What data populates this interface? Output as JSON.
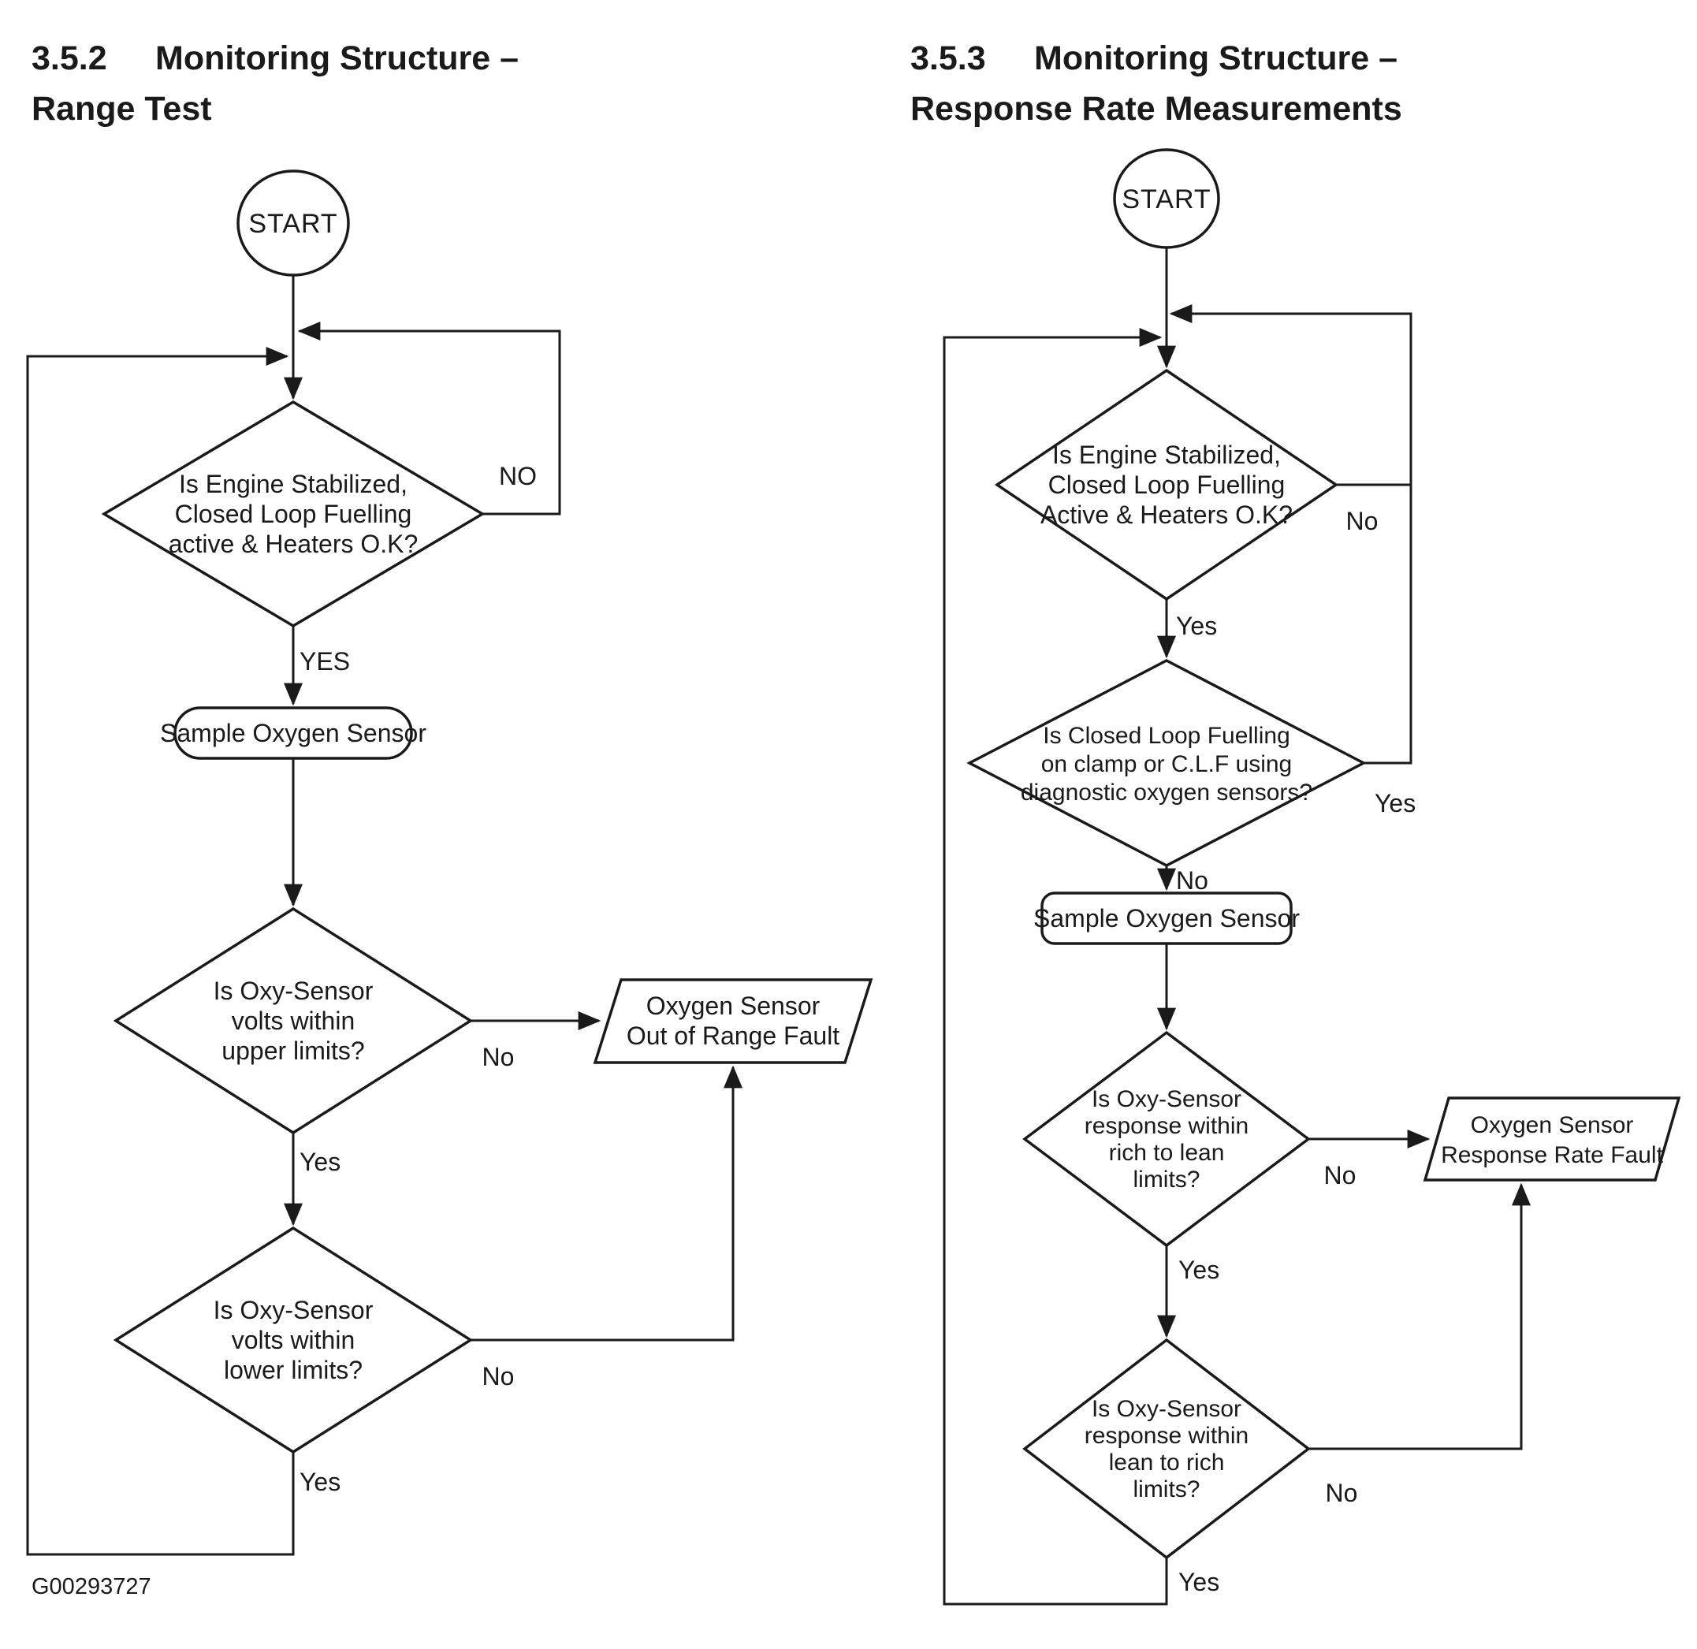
{
  "ink_color": "#1a1a1a",
  "background_color": "#ffffff",
  "caption": "G00293727",
  "charts": {
    "left": {
      "title_num": "3.5.2",
      "title_main": "Monitoring Structure –",
      "title_line2": "Range Test",
      "start_label": "START",
      "d1": {
        "lines": [
          "Is Engine Stabilized,",
          "Closed Loop Fuelling",
          "active & Heaters O.K?"
        ],
        "no_label": "NO",
        "yes_label": "YES"
      },
      "sample_label": "Sample Oxygen Sensor",
      "d2": {
        "lines": [
          "Is Oxy-Sensor",
          "volts within",
          "upper limits?"
        ],
        "no_label": "No",
        "yes_label": "Yes"
      },
      "fault": {
        "lines": [
          "Oxygen Sensor",
          "Out of Range Fault"
        ]
      },
      "d3": {
        "lines": [
          "Is Oxy-Sensor",
          "volts within",
          "lower limits?"
        ],
        "no_label": "No",
        "yes_label": "Yes"
      }
    },
    "right": {
      "title_num": "3.5.3",
      "title_main": "Monitoring Structure –",
      "title_line2": "Response Rate Measurements",
      "start_label": "START",
      "d1": {
        "lines": [
          "Is Engine Stabilized,",
          "Closed Loop Fuelling",
          "Active & Heaters O.K?"
        ],
        "no_label": "No",
        "yes_label": "Yes"
      },
      "d2": {
        "lines": [
          "Is Closed Loop Fuelling",
          "on clamp or C.L.F using",
          "diagnostic oxygen sensors?"
        ],
        "yes_label": "Yes",
        "no_label": "No"
      },
      "sample_label": "Sample Oxygen Sensor",
      "d3": {
        "lines": [
          "Is Oxy-Sensor",
          "response within",
          "rich to lean",
          "limits?"
        ],
        "no_label": "No",
        "yes_label": "Yes"
      },
      "fault": {
        "lines": [
          "Oxygen Sensor",
          "Response Rate Fault"
        ]
      },
      "d4": {
        "lines": [
          "Is Oxy-Sensor",
          "response within",
          "lean to rich",
          "limits?"
        ],
        "no_label": "No",
        "yes_label": "Yes"
      }
    }
  }
}
